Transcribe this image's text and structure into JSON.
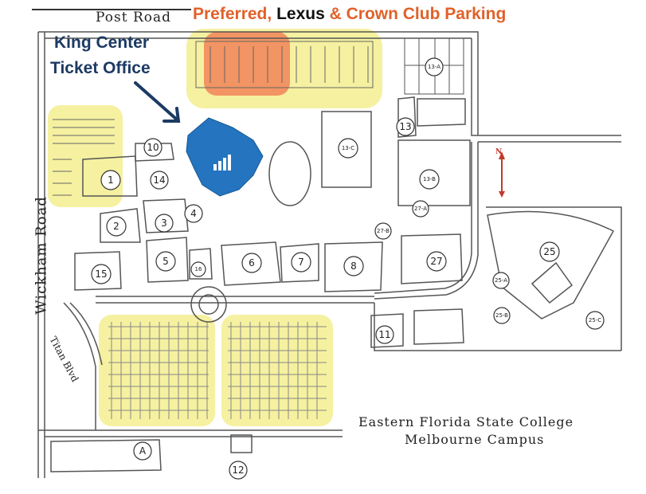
{
  "roads": {
    "post_road": "Post Road",
    "wickham_road": "Wickham Road",
    "titan_blvd": "Titan Blvd"
  },
  "headline": {
    "part1": "Preferred, ",
    "part2": "Lexus",
    "part3": " & Crown Club Parking"
  },
  "ticket_office": {
    "line1": "King Center",
    "line2": "Ticket Office"
  },
  "campus": {
    "line1": "Eastern Florida State College",
    "line2": "Melbourne Campus"
  },
  "compass": "N",
  "buildings": [
    "1",
    "2",
    "3",
    "4",
    "5",
    "6",
    "7",
    "8",
    "10",
    "11",
    "12",
    "13",
    "13-A",
    "13-B",
    "13-C",
    "14",
    "15",
    "16",
    "25",
    "25-A",
    "25-B",
    "25-C",
    "27",
    "27-A",
    "27-B",
    "A"
  ],
  "colors": {
    "parking_highlight": "#f3ef8f",
    "preferred_highlight": "#f28a5c",
    "ticket_text": "#1c3a63",
    "king_center": "#2474bf",
    "headline_orange": "#e0612a"
  }
}
